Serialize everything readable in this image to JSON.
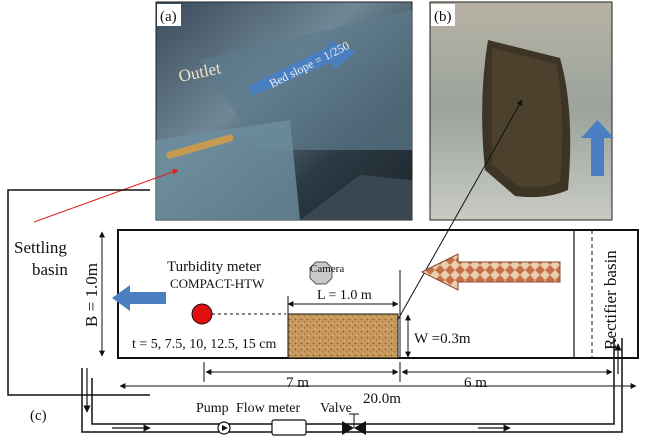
{
  "photos": {
    "a": {
      "panel_label": "(a)",
      "outlet_label": "Outlet",
      "slope_label": "Bed slope = 1/250"
    },
    "b": {
      "panel_label": "(b)"
    }
  },
  "schematic": {
    "panel_label": "(c)",
    "settling_basin": "Settling basin",
    "width_label": "B = 1.0m",
    "turbidity_meter": "Turbidity meter",
    "turbidity_model": "COMPACT-HTW",
    "camera": "Camera",
    "length_label": "L = 1.0 m",
    "sample_width_label": "W =0.3m",
    "time_label": "t = 5, 7.5, 10, 12.5, 15 cm",
    "dist_7": "7 m",
    "dist_6": "6 m",
    "dist_total": "20.0m",
    "rectifier_basin": "Rectifier basin",
    "pump": "Pump",
    "flow_meter": "Flow meter",
    "valve": "Valve"
  },
  "colors": {
    "flow_arrow_blue": "#4a7fc1",
    "meter_red": "#e01010",
    "sediment": "#c89a5e",
    "pointer_red": "#e02020",
    "inflow_arrow": "#c8704a"
  }
}
